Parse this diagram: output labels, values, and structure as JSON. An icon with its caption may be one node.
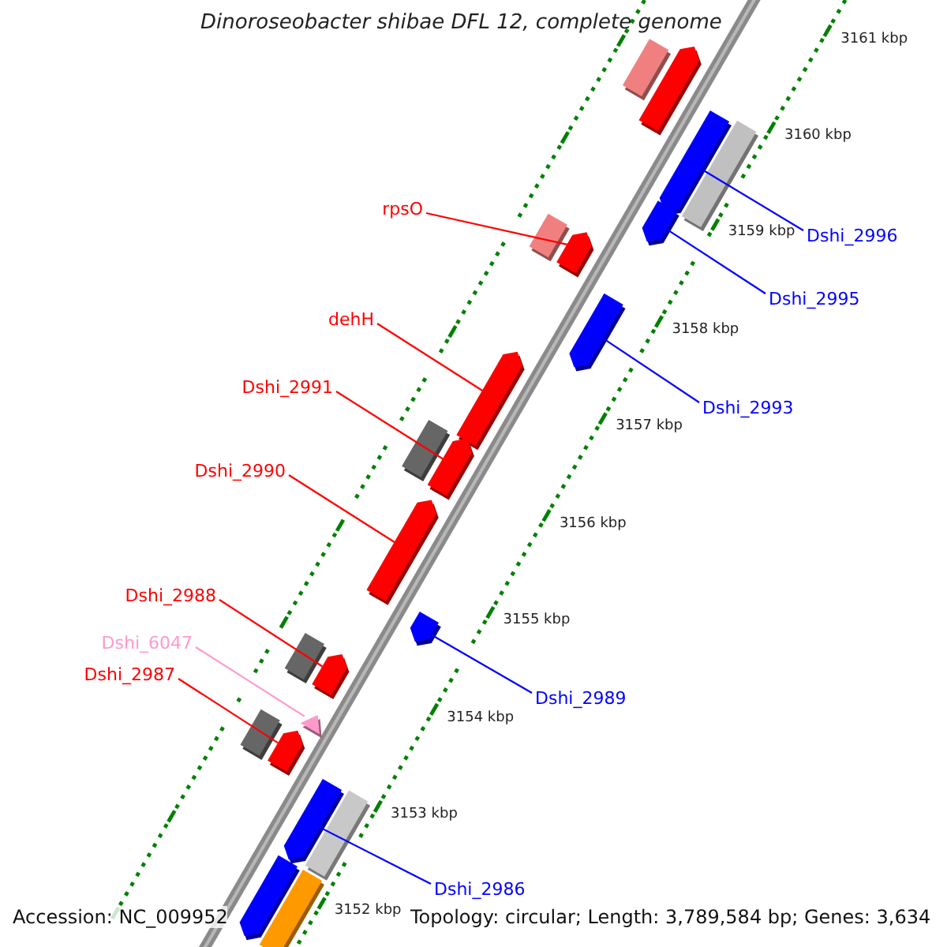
{
  "diagram": {
    "title": "Dinoroseobacter shibae DFL 12, complete genome",
    "nodes": [
      {
        "text": [
          "rpsO"
        ]
      },
      {
        "text": [
          "Dshi_2996"
        ]
      },
      {
        "text": [
          "Dshi_2995"
        ]
      },
      {
        "text": [
          "dehH"
        ]
      },
      {
        "text": [
          "Dshi_2991"
        ]
      },
      {
        "text": [
          "Dshi_2993"
        ]
      },
      {
        "text": [
          "Dshi_2990"
        ]
      },
      {
        "text": [
          "Dshi_2988"
        ]
      },
      {
        "text": [
          "Dshi_6047"
        ]
      },
      {
        "text": [
          "Dshi_2987"
        ]
      },
      {
        "text": [
          "Dshi_2989"
        ]
      },
      {
        "text": [
          "Dshi_2986"
        ]
      },
      {
        "text": [],
        "shape": "box"
      },
      {
        "text": [],
        "shape": "bar"
      },
      {
        "text": [],
        "shape": "bar"
      },
      {
        "text": [],
        "shape": "box"
      },
      {
        "text": [],
        "shape": "bar"
      },
      {
        "text": [],
        "shape": "box"
      },
      {
        "text": [],
        "shape": "bar"
      },
      {
        "text": [],
        "shape": "bar"
      },
      {
        "text": [],
        "shape": "bar"
      },
      {
        "text": [],
        "shape": "box"
      },
      {
        "text": [],
        "shape": "bar"
      },
      {
        "text": [],
        "shape": "bar"
      },
      {
        "text": [],
        "shape": "bar"
      },
      {
        "text": [],
        "shape": "box"
      },
      {
        "text": [],
        "shape": "bar"
      },
      {
        "text": [],
        "shape": "bar"
      },
      {
        "text": [],
        "shape": "box"
      },
      {
        "text": [],
        "shape": "bar"
      },
      {
        "text": [],
        "shape": "bar"
      },
      {
        "text": [],
        "shape": "box"
      },
      {
        "text": [],
        "shape": "bar"
      },
      {
        "text": [],
        "shape": "box"
      }
    ],
    "edges": [
      {
        "from": 0,
        "to": 18,
        "arrow": "none"
      },
      {
        "from": 1,
        "to": 14,
        "arrow": "none",
        "color": "#0000ff"
      },
      {
        "from": 2,
        "to": 16,
        "arrow": "none",
        "color": "#0000ff"
      },
      {
        "from": 3,
        "to": 20,
        "arrow": "none"
      },
      {
        "from": 4,
        "to": 22,
        "arrow": "none"
      },
      {
        "from": 5,
        "to": 19,
        "arrow": "none",
        "color": "#0000ff"
      },
      {
        "from": 6,
        "to": 23,
        "arrow": "none"
      },
      {
        "from": 7,
        "to": 26,
        "arrow": "none"
      },
      {
        "from": 8,
        "to": 27,
        "arrow": "none",
        "color": "#ff99cc"
      },
      {
        "from": 9,
        "to": 29,
        "arrow": "none"
      },
      {
        "from": 10,
        "to": 24,
        "arrow": "none",
        "color": "#0000ff"
      },
      {
        "from": 11,
        "to": 30,
        "arrow": "none",
        "color": "#0000ff"
      }
    ],
    "labels": [
      "3161 kbp",
      "3160 kbp",
      "3159 kbp",
      "3158 kbp",
      "3157 kbp",
      "3156 kbp",
      "3155 kbp",
      "3154 kbp",
      "3153 kbp",
      "3152 kbp",
      "Accession: NC_009952",
      "Topology: circular; Length: 3,789,584 bp; Genes: 3,634"
    ]
  }
}
